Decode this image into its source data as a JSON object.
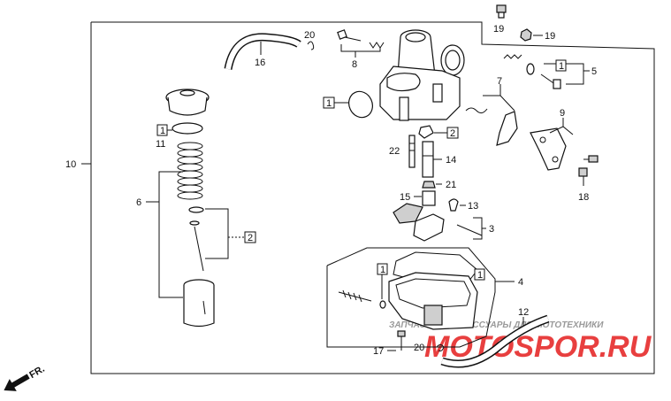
{
  "callouts": {
    "n1_a": "1",
    "n1_b": "1",
    "n1_c": "1",
    "n1_d": "1",
    "n1_e": "1",
    "n2_a": "2",
    "n2_b": "2",
    "n3": "3",
    "n4": "4",
    "n5": "5",
    "n6": "6",
    "n7": "7",
    "n8": "8",
    "n9": "9",
    "n10": "10",
    "n11": "11",
    "n12": "12",
    "n13": "13",
    "n14": "14",
    "n15": "15",
    "n16": "16",
    "n17": "17",
    "n18": "18",
    "n19_a": "19",
    "n19_b": "19",
    "n20_a": "20",
    "n20_b": "20",
    "n21": "21",
    "n22": "22"
  },
  "front_marker": "FR.",
  "watermark": {
    "subtitle": "ЗАПЧАСТИ И АКСЕССУАРЫ ДЛЯ МОТОТЕХНИКИ",
    "brand": "MOTOSPOR.RU",
    "brand_color": "#e41e1e",
    "subtitle_color": "#9a9a9a"
  }
}
